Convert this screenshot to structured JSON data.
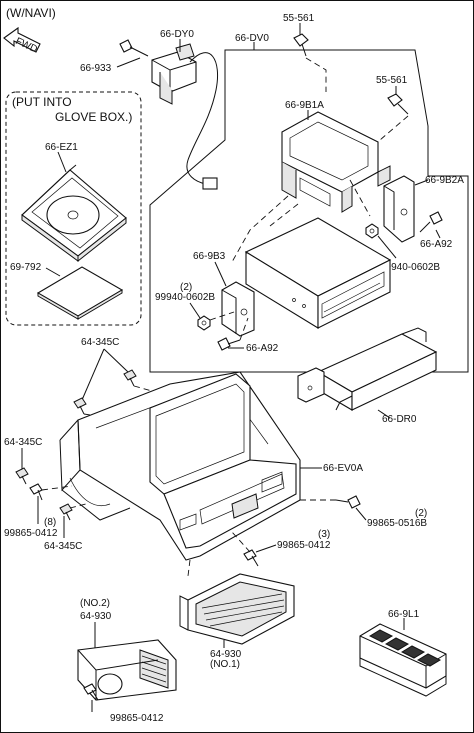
{
  "header": {
    "variant": "(W/NAVI)",
    "arrow_label": "FWD"
  },
  "glovebox": {
    "line1": "(PUT INTO",
    "line2": "GLOVE BOX.)"
  },
  "labels": {
    "p66DY0": "66-DY0",
    "p66933": "66-933",
    "p66DV0": "66-DV0",
    "p55561a": "55-561",
    "p55561b": "55-561",
    "p669B1A": "66-9B1A",
    "p669B2A": "66-9B2A",
    "p66A92a": "66-A92",
    "p99940a": "99940-0602B",
    "p66EZ1": "66-EZ1",
    "p69792": "69-792",
    "p669B3": "66-9B3",
    "p99940b_qty": "(2)",
    "p99940b": "99940-0602B",
    "p66A92b": "66-A92",
    "p64345Ca": "64-345C",
    "p66DR0": "66-DR0",
    "p64345Cb": "64-345C",
    "p66EV0A": "66-EV0A",
    "p99865a_qty": "(2)",
    "p99865a": "99865-0516B",
    "p99865b": "99865-0412",
    "p99865b_qty": "(8)",
    "p64345Cc": "64-345C",
    "p99865c_qty": "(3)",
    "p99865c": "99865-0412",
    "p64930a_qty": "(NO.2)",
    "p64930a": "64-930",
    "p64930b": "64-930",
    "p64930b_qty": "(NO.1)",
    "p669L1": "66-9L1",
    "p99865d": "99865-0412"
  }
}
